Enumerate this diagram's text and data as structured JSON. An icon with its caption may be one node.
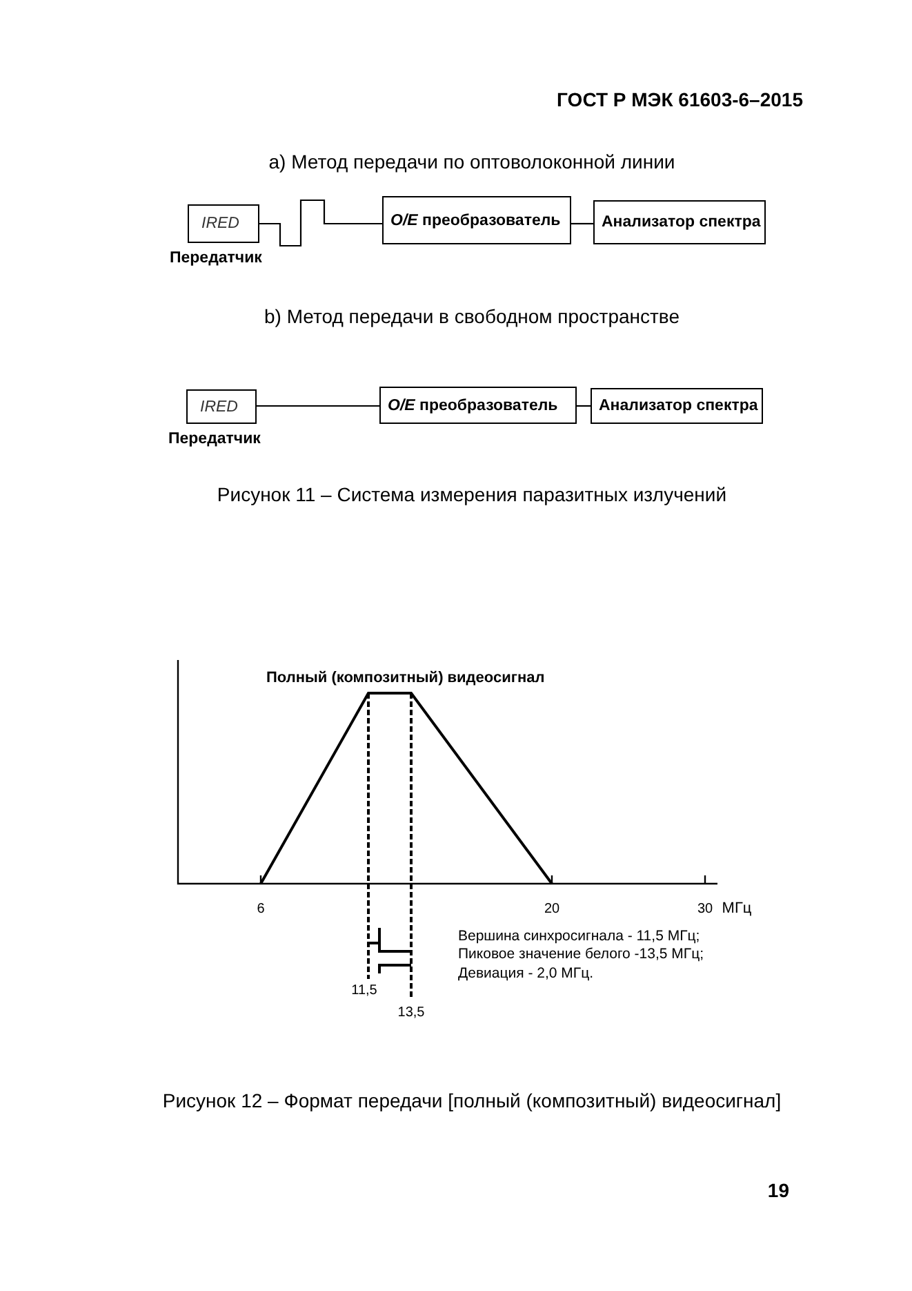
{
  "diagram": {
    "nodes": [
      {
        "text": [
          "IRED"
        ],
        "beside": [
          "Передатчик"
        ]
      },
      {
        "text": [
          "*O/E* преобразователь"
        ]
      },
      {
        "text": [
          "Анализатор спектра"
        ]
      },
      {
        "text": [
          "IRED"
        ],
        "beside": [
          "Передатчик"
        ]
      },
      {
        "text": [
          "*O/E* преобразователь"
        ]
      },
      {
        "text": [
          "Анализатор спектра"
        ]
      }
    ],
    "edges": [
      {
        "from": 0,
        "to": 1,
        "arrow": "none"
      },
      {
        "from": 1,
        "to": 2,
        "arrow": "none"
      },
      {
        "from": 3,
        "to": 4,
        "arrow": "none"
      },
      {
        "from": 4,
        "to": 5,
        "arrow": "none"
      }
    ],
    "labels": [
      "ГОСТ Р МЭК 61603-6–2015",
      "а) Метод передачи по оптоволоконной линии",
      "b) Метод передачи в свободном пространстве",
      "Рисунок 11 – Система измерения паразитных излучений",
      "Полный (композитный) видеосигнал",
      "6",
      "20",
      "30",
      "МГц",
      "Вершина синхросигнала - 11,5 МГц;",
      "Пиковое значение белого -13,5 МГц;",
      "Девиация - 2,0 МГц.",
      "11,5",
      "13,5",
      "Рисунок 12 – Формат передачи [полный (композитный) видеосигнал]",
      "19"
    ]
  }
}
